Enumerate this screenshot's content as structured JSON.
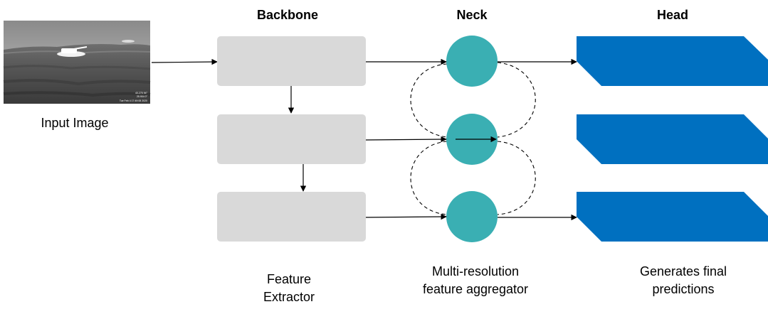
{
  "sections": {
    "backbone_title": "Backbone",
    "neck_title": "Neck",
    "head_title": "Head"
  },
  "input": {
    "label": "Input Image",
    "overlay_text": {
      "line1": "40.275 94°",
      "line2": "25.904 0°",
      "line3": "Tue Feb 4 17:49:08 2020"
    }
  },
  "captions": {
    "backbone": {
      "line1": "Feature",
      "line2": "Extractor"
    },
    "neck": {
      "line1": "Multi-resolution",
      "line2": "feature aggregator"
    },
    "head": {
      "line1": "Generates final",
      "line2": "predictions"
    }
  },
  "colors": {
    "backbone_box": "#d9d9d9",
    "neck_node": "#3aafb3",
    "head_shape": "#0070c0",
    "arrow": "#000000"
  }
}
